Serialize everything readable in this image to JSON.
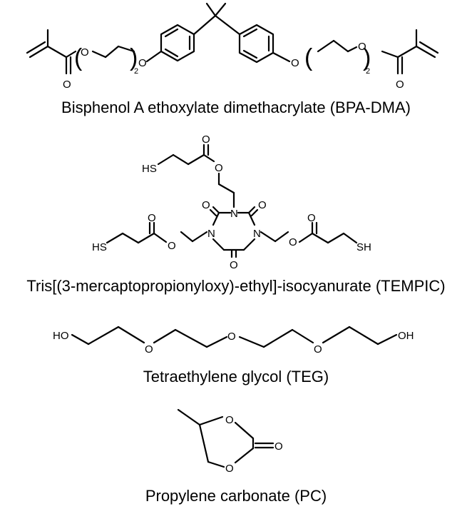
{
  "molecules": [
    {
      "caption": "Bisphenol A ethoxylate dimethacrylate (BPA-DMA)",
      "atoms": {
        "o1": "O",
        "o2": "O",
        "o3": "O",
        "o4": "O",
        "o5": "O",
        "o6": "O"
      },
      "repeat_subscript": "2"
    },
    {
      "caption": "Tris[(3-mercaptopropionyloxy)-ethyl]-isocyanurate (TEMPIC)",
      "atoms": {
        "hs1": "HS",
        "hs2": "HS",
        "sh": "SH",
        "n1": "N",
        "n2": "N",
        "n3": "N",
        "o_ring1": "O",
        "o_ring2": "O",
        "o_ring3": "O",
        "o_top_c": "O",
        "o_top_e": "O",
        "o_left_c": "O",
        "o_left_e": "O",
        "o_right_c": "O",
        "o_right_e": "O"
      }
    },
    {
      "caption": "Tetraethylene glycol (TEG)",
      "atoms": {
        "ho": "HO",
        "oh": "OH",
        "o1": "O",
        "o2": "O",
        "o3": "O"
      }
    },
    {
      "caption": "Propylene carbonate (PC)",
      "atoms": {
        "o_top": "O",
        "o_bottom": "O",
        "o_carbonyl": "O"
      }
    }
  ]
}
